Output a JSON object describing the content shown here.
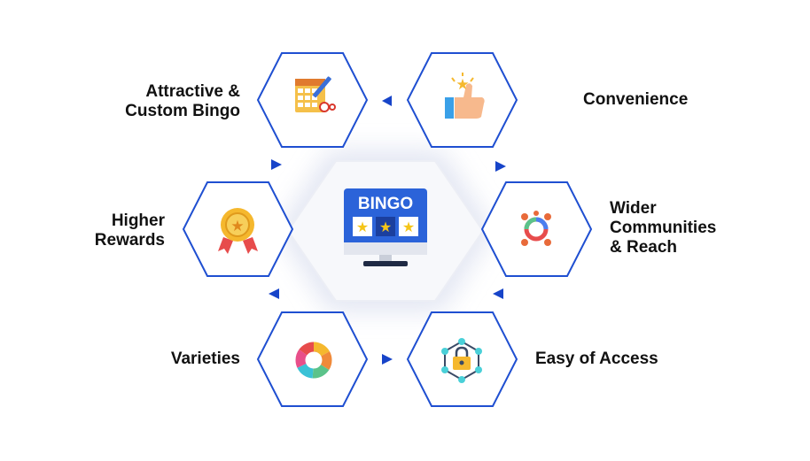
{
  "colors": {
    "accent": "#1744c9",
    "hex_stroke": "#1f4fd1",
    "monitor_blue": "#2b63d9",
    "center_fill": "#f7f8fb"
  },
  "center": {
    "screen_text": "BINGO",
    "icon": "bingo-monitor-icon"
  },
  "features": [
    {
      "id": "attractive",
      "lines": [
        "Attractive &",
        "Custom Bingo"
      ],
      "icon": "bingo-card-pen-icon"
    },
    {
      "id": "convenience",
      "lines": [
        "Convenience"
      ],
      "icon": "thumbs-up-star-icon"
    },
    {
      "id": "rewards",
      "lines": [
        "Higher",
        "Rewards"
      ],
      "icon": "medal-icon"
    },
    {
      "id": "communities",
      "lines": [
        "Wider",
        "Communities",
        "& Reach"
      ],
      "icon": "community-network-icon"
    },
    {
      "id": "varieties",
      "lines": [
        "Varieties"
      ],
      "icon": "color-wheel-icon"
    },
    {
      "id": "access",
      "lines": [
        "Easy of Access"
      ],
      "icon": "network-lock-icon"
    }
  ]
}
